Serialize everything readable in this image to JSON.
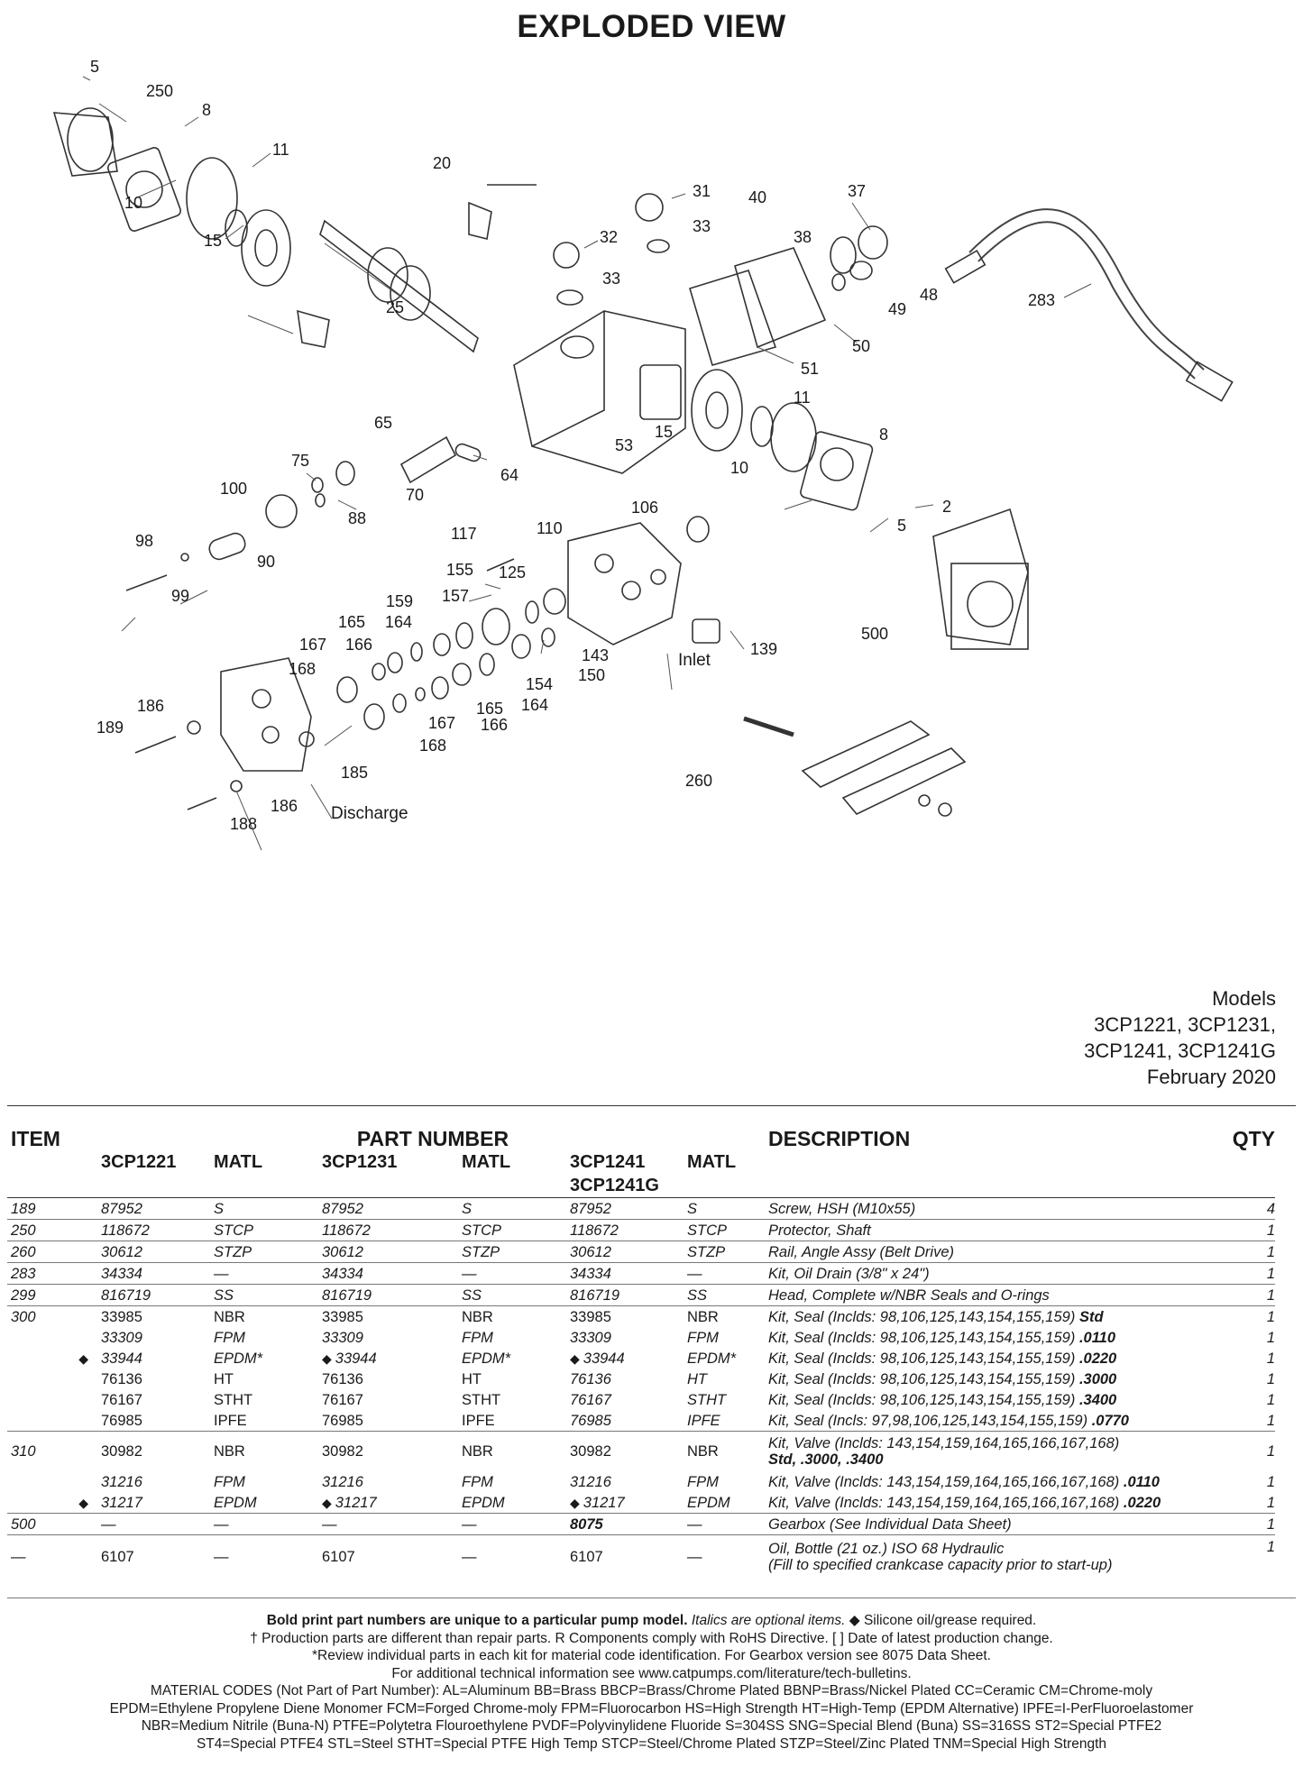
{
  "title": "EXPLODED VIEW",
  "callouts": {
    "c5a": "5",
    "c250": "250",
    "c8a": "8",
    "c11a": "11",
    "c10a": "10",
    "c15a": "15",
    "c20": "20",
    "c25": "25",
    "c31": "31",
    "c32": "32",
    "c33a": "33",
    "c33b": "33",
    "c40": "40",
    "c37": "37",
    "c38": "38",
    "c48": "48",
    "c49": "49",
    "c283": "283",
    "c50": "50",
    "c51": "51",
    "c53": "53",
    "c11b": "11",
    "c8b": "8",
    "c15b": "15",
    "c10b": "10",
    "c65": "65",
    "c64": "64",
    "c75": "75",
    "c70": "70",
    "c100": "100",
    "c88": "88",
    "c98": "98",
    "c90": "90",
    "c99": "99",
    "c2": "2",
    "c5b": "5",
    "c106": "106",
    "c110": "110",
    "c117": "117",
    "c155": "155",
    "c125": "125",
    "c159": "159",
    "c157": "157",
    "c165a": "165",
    "c164a": "164",
    "c167a": "167",
    "c166a": "166",
    "c168a": "168",
    "c143": "143",
    "c150": "150",
    "c154": "154",
    "c164b": "164",
    "c165b": "165",
    "c166b": "166",
    "c167b": "167",
    "c168b": "168",
    "c139": "139",
    "c500": "500",
    "c186a": "186",
    "c189": "189",
    "c185": "185",
    "c186b": "186",
    "c188": "188",
    "c260": "260",
    "inlet": "Inlet",
    "discharge": "Discharge"
  },
  "models": {
    "label": "Models",
    "line1": "3CP1221, 3CP1231,",
    "line2": "3CP1241, 3CP1241G",
    "date": "February 2020"
  },
  "table": {
    "h_item": "ITEM",
    "h_part": "PART NUMBER",
    "h_desc": "DESCRIPTION",
    "h_qty": "QTY",
    "h_m1": "3CP1221",
    "h_m2": "3CP1231",
    "h_m3": "3CP1241",
    "h_m3b": "3CP1241G",
    "h_matl": "MATL",
    "diamond": "◆",
    "rows": {
      "r189": {
        "item": "189",
        "p1": "87952",
        "m1": "S",
        "p2": "87952",
        "m2": "S",
        "p3": "87952",
        "m3": "S",
        "desc": "Screw, HSH (M10x55)",
        "qty": "4"
      },
      "r250": {
        "item": "250",
        "p1": "118672",
        "m1": "STCP",
        "p2": "118672",
        "m2": "STCP",
        "p3": "118672",
        "m3": "STCP",
        "desc": "Protector, Shaft",
        "qty": "1"
      },
      "r260": {
        "item": "260",
        "p1": "30612",
        "m1": "STZP",
        "p2": "30612",
        "m2": "STZP",
        "p3": "30612",
        "m3": "STZP",
        "desc": "Rail, Angle Assy (Belt Drive)",
        "qty": "1"
      },
      "r283": {
        "item": "283",
        "p1": "34334",
        "m1": "—",
        "p2": "34334",
        "m2": "—",
        "p3": "34334",
        "m3": "—",
        "desc": "Kit, Oil Drain (3/8\" x 24\")",
        "qty": "1"
      },
      "r299": {
        "item": "299",
        "p1": "816719",
        "m1": "SS",
        "p2": "816719",
        "m2": "SS",
        "p3": "816719",
        "m3": "SS",
        "desc": "Head, Complete w/NBR Seals and O-rings",
        "qty": "1"
      },
      "r300a": {
        "item": "300",
        "p1": "33985",
        "m1": "NBR",
        "p2": "33985",
        "m2": "NBR",
        "p3": "33985",
        "m3": "NBR",
        "desc": "Kit, Seal (Inclds: 98,106,125,143,154,155,159)",
        "descb": "Std",
        "qty": "1"
      },
      "r300b": {
        "p1": "33309",
        "m1": "FPM",
        "p2": "33309",
        "m2": "FPM",
        "p3": "33309",
        "m3": "FPM",
        "desc": "Kit, Seal (Inclds: 98,106,125,143,154,155,159)",
        "descb": ".0110",
        "qty": "1"
      },
      "r300c": {
        "p1": "33944",
        "m1": "EPDM*",
        "p2": "33944",
        "m2": "EPDM*",
        "p3": "33944",
        "m3": "EPDM*",
        "desc": "Kit, Seal (Inclds: 98,106,125,143,154,155,159)",
        "descb": ".0220",
        "qty": "1"
      },
      "r300d": {
        "p1": "76136",
        "m1": "HT",
        "p2": "76136",
        "m2": "HT",
        "p3": "76136",
        "m3": "HT",
        "desc": "Kit, Seal (Inclds: 98,106,125,143,154,155,159)",
        "descb": ".3000",
        "qty": "1"
      },
      "r300e": {
        "p1": "76167",
        "m1": "STHT",
        "p2": "76167",
        "m2": "STHT",
        "p3": "76167",
        "m3": "STHT",
        "desc": "Kit, Seal (Inclds: 98,106,125,143,154,155,159)",
        "descb": ".3400",
        "qty": "1"
      },
      "r300f": {
        "p1": "76985",
        "m1": "IPFE",
        "p2": "76985",
        "m2": "IPFE",
        "p3": "76985",
        "m3": "IPFE",
        "desc": "Kit, Seal (Incls: 97,98,106,125,143,154,155,159)",
        "descb": ".0770",
        "qty": "1"
      },
      "r310a": {
        "item": "310",
        "p1": "30982",
        "m1": "NBR",
        "p2": "30982",
        "m2": "NBR",
        "p3": "30982",
        "m3": "NBR",
        "desc": "Kit, Valve (Inclds: 143,154,159,164,165,166,167,168)",
        "descb": "Std, .3000, .3400",
        "qty": "1"
      },
      "r310b": {
        "p1": "31216",
        "m1": "FPM",
        "p2": "31216",
        "m2": "FPM",
        "p3": "31216",
        "m3": "FPM",
        "desc": "Kit, Valve (Inclds: 143,154,159,164,165,166,167,168)",
        "descb": ".0110",
        "qty": "1"
      },
      "r310c": {
        "p1": "31217",
        "m1": "EPDM",
        "p2": "31217",
        "m2": "EPDM",
        "p3": "31217",
        "m3": "EPDM",
        "desc": "Kit, Valve (Inclds: 143,154,159,164,165,166,167,168)",
        "descb": ".0220",
        "qty": "1"
      },
      "r500": {
        "item": "500",
        "p1": "—",
        "m1": "—",
        "p2": "—",
        "m2": "—",
        "p3": "8075",
        "m3": "—",
        "desc": "Gearbox (See Individual Data Sheet)",
        "qty": "1"
      },
      "rOil": {
        "item": "—",
        "p1": "6107",
        "m1": "—",
        "p2": "6107",
        "m2": "—",
        "p3": "6107",
        "m3": "—",
        "desc": "Oil, Bottle (21 oz.) ISO 68 Hydraulic",
        "desc2": "(Fill to specified crankcase capacity prior to start-up)",
        "qty": "1"
      }
    }
  },
  "notes": {
    "l1a": "Bold print part numbers are unique to a particular pump model.",
    "l1b": "Italics are optional items.",
    "l1c": "◆ Silicone oil/grease required.",
    "l2": "† Production parts are different than repair parts. R Components comply with RoHS Directive. [ ] Date of latest production change.",
    "l3": "*Review individual parts in each kit for material code identification. For Gearbox version see 8075 Data Sheet.",
    "l4": "For additional technical information see www.catpumps.com/literature/tech-bulletins.",
    "l5": "MATERIAL CODES (Not Part of Part Number): AL=Aluminum BB=Brass BBCP=Brass/Chrome Plated BBNP=Brass/Nickel Plated CC=Ceramic CM=Chrome-moly",
    "l6": "EPDM=Ethylene Propylene Diene Monomer FCM=Forged Chrome-moly FPM=Fluorocarbon HS=High Strength HT=High-Temp (EPDM Alternative) IPFE=I-PerFluoroelastomer",
    "l7": "NBR=Medium Nitrile (Buna-N) PTFE=Polytetra Flouroethylene PVDF=Polyvinylidene Fluoride S=304SS SNG=Special Blend (Buna) SS=316SS ST2=Special PTFE2",
    "l8": "ST4=Special PTFE4 STL=Steel STHT=Special PTFE High Temp STCP=Steel/Chrome Plated STZP=Steel/Zinc Plated TNM=Special High Strength"
  }
}
